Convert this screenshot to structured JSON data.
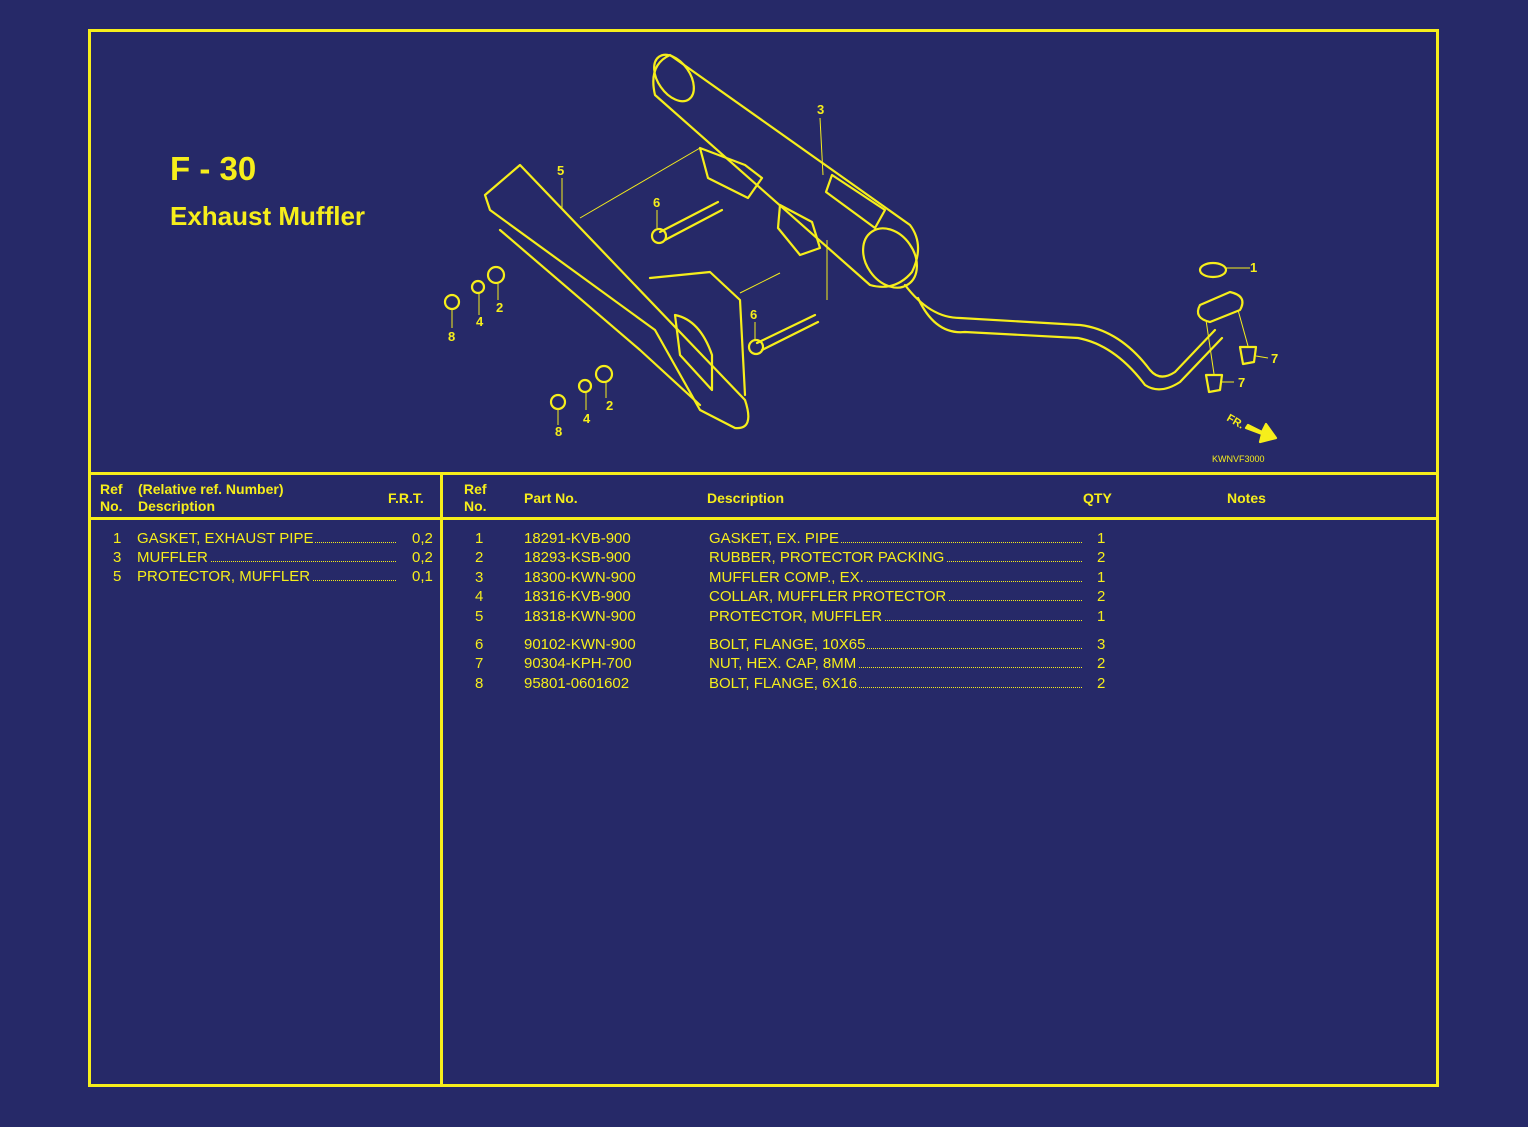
{
  "title": "F - 30",
  "subtitle": "Exhaust Muffler",
  "diagram": {
    "code": "KWNVF3000",
    "direction": "FR.",
    "callouts": [
      "1",
      "2",
      "2",
      "3",
      "4",
      "4",
      "5",
      "6",
      "6",
      "7",
      "7",
      "8",
      "8"
    ]
  },
  "left_table": {
    "headers": {
      "ref_top": "Ref",
      "ref_bottom": "No.",
      "desc_top": "(Relative ref. Number)",
      "desc_bottom": "Description",
      "frt": "F.R.T."
    },
    "rows": [
      {
        "ref": "1",
        "desc": "GASKET, EXHAUST PIPE",
        "frt": "0,2"
      },
      {
        "ref": "3",
        "desc": "MUFFLER",
        "frt": "0,2"
      },
      {
        "ref": "5",
        "desc": "PROTECTOR, MUFFLER",
        "frt": "0,1"
      }
    ]
  },
  "right_table": {
    "headers": {
      "ref_top": "Ref",
      "ref_bottom": "No.",
      "part_no": "Part No.",
      "description": "Description",
      "qty": "QTY",
      "notes": "Notes"
    },
    "rows": [
      {
        "ref": "1",
        "part": "18291-KVB-900",
        "desc": "GASKET, EX. PIPE",
        "qty": "1"
      },
      {
        "ref": "2",
        "part": "18293-KSB-900",
        "desc": "RUBBER, PROTECTOR PACKING",
        "qty": "2"
      },
      {
        "ref": "3",
        "part": "18300-KWN-900",
        "desc": "MUFFLER COMP., EX.",
        "qty": "1"
      },
      {
        "ref": "4",
        "part": "18316-KVB-900",
        "desc": "COLLAR, MUFFLER PROTECTOR",
        "qty": "2"
      },
      {
        "ref": "5",
        "part": "18318-KWN-900",
        "desc": "PROTECTOR, MUFFLER",
        "qty": "1"
      },
      {
        "ref": "6",
        "part": "90102-KWN-900",
        "desc": "BOLT, FLANGE, 10X65",
        "qty": "3"
      },
      {
        "ref": "7",
        "part": "90304-KPH-700",
        "desc": "NUT, HEX. CAP, 8MM",
        "qty": "2"
      },
      {
        "ref": "8",
        "part": "95801-0601602",
        "desc": "BOLT, FLANGE, 6X16",
        "qty": "2"
      }
    ]
  },
  "colors": {
    "background": "#262968",
    "accent": "#f6ee1b"
  }
}
